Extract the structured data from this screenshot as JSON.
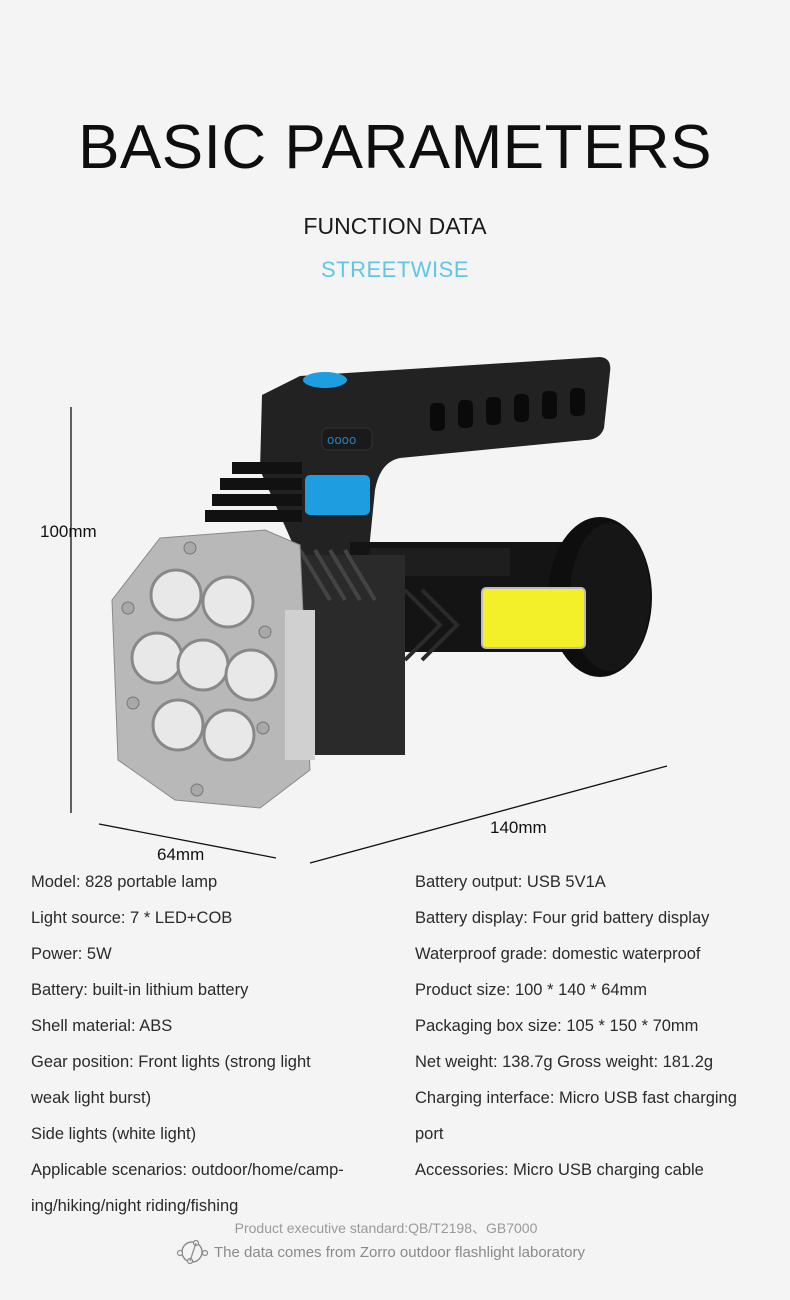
{
  "header": {
    "title": "BASIC PARAMETERS",
    "subtitle": "FUNCTION DATA",
    "brand": "STREETWISE",
    "brand_color": "#5fc6e8"
  },
  "product_image": {
    "description": "Portable LED flashlight with handle, 7 LED front lights and COB side light",
    "dimensions": {
      "height": "100mm",
      "width": "64mm",
      "length": "140mm"
    },
    "colors": {
      "body": "#1c1c1c",
      "accent_blue": "#1e9ee0",
      "cob_yellow": "#f3f02a",
      "metal": "#b8b8b8"
    }
  },
  "specs": {
    "left": [
      "Model: 828 portable lamp",
      "Light source: 7 * LED+COB",
      "Power: 5W",
      "Battery: built-in lithium battery",
      "Shell material: ABS",
      "Gear position: Front lights (strong light",
      "weak light burst)",
      "Side lights (white light)",
      "Applicable scenarios: outdoor/home/camp-",
      "ing/hiking/night riding/fishing"
    ],
    "right": [
      "Battery output: USB 5V1A",
      "Battery display: Four grid battery display",
      "Waterproof grade: domestic waterproof",
      "Product size: 100 * 140 * 64mm",
      "Packaging box size: 105 * 150 * 70mm",
      "Net weight: 138.7g Gross weight: 181.2g",
      "Charging interface: Micro USB fast charging",
      "port",
      "Accessories: Micro USB charging cable"
    ]
  },
  "footer": {
    "standard": "Product executive standard:QB/T2198、GB7000",
    "source": "The data comes from Zorro outdoor flashlight laboratory",
    "icon": "molecule-icon"
  }
}
